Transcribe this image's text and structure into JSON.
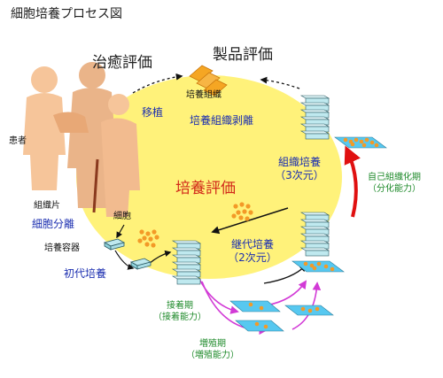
{
  "title": "細胞培養プロセス図",
  "labels": {
    "treatment_eval": "治癒評価",
    "product_eval": "製品評価",
    "culture_eval": "培養評価",
    "culture_tissue": "培養組織",
    "transplant": "移植",
    "tissue_detach": "培養組織剥離",
    "tissue_culture_line1": "組織培養",
    "tissue_culture_line2": "（3次元）",
    "self_org_line1": "自己組織化期",
    "self_org_line2": "（分化能力）",
    "subculture_line1": "継代培養",
    "subculture_line2": "（2次元）",
    "patient": "患者",
    "tissue_piece": "組織片",
    "cell_isolation": "細胞分離",
    "cells": "細胞",
    "culture_vessel": "培養容器",
    "primary_culture": "初代培養",
    "attach_line1": "接着期",
    "attach_line2": "（接着能力）",
    "prolif_line1": "増殖期",
    "prolif_line2": "（増殖能力）"
  },
  "colors": {
    "circle_fill": "#fff27a",
    "person_skin": "#f6c59a",
    "person_dark": "#e8a876",
    "stack_fill": "#bfe9ef",
    "stack_edge": "#2b5a63",
    "plate_fill": "#57c8f0",
    "cell_dot": "#f39a27",
    "magenta_arrow": "#d23ad6",
    "red_arrow": "#e01010",
    "tissue_orange": "#f5a623"
  }
}
